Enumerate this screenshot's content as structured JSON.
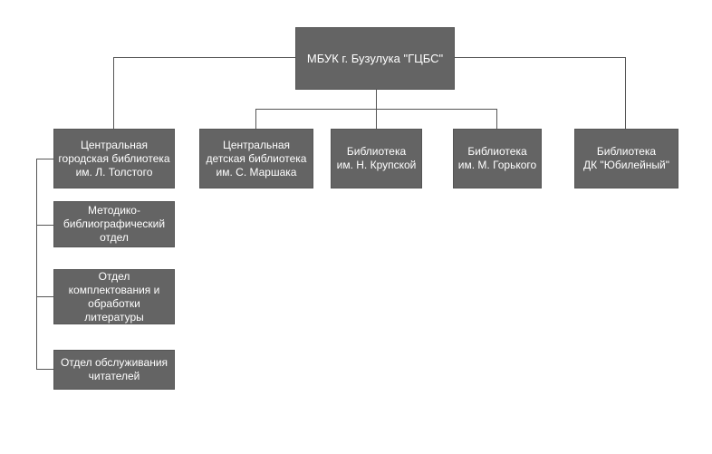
{
  "org_chart": {
    "root": "МБУК г. Бузулука \"ГЦБС\"",
    "branches": [
      "Центральная\nгородская библиотека\nим. Л. Толстого",
      "Центральная\nдетская библиотека\nим. С. Маршака",
      "Библиотека\nим. Н. Крупской",
      "Библиотека\nим. М. Горького",
      "Библиотека\nДК \"Юбилейный\""
    ],
    "departments": [
      "Методико-\nбиблиографический\nотдел",
      "Отдел\nкомплектования и\nобработки\nлитературы",
      "Отдел обслуживания\nчитателей"
    ]
  },
  "colors": {
    "box_fill": "#646464",
    "box_text": "#ffffff",
    "connector": "#555555"
  }
}
